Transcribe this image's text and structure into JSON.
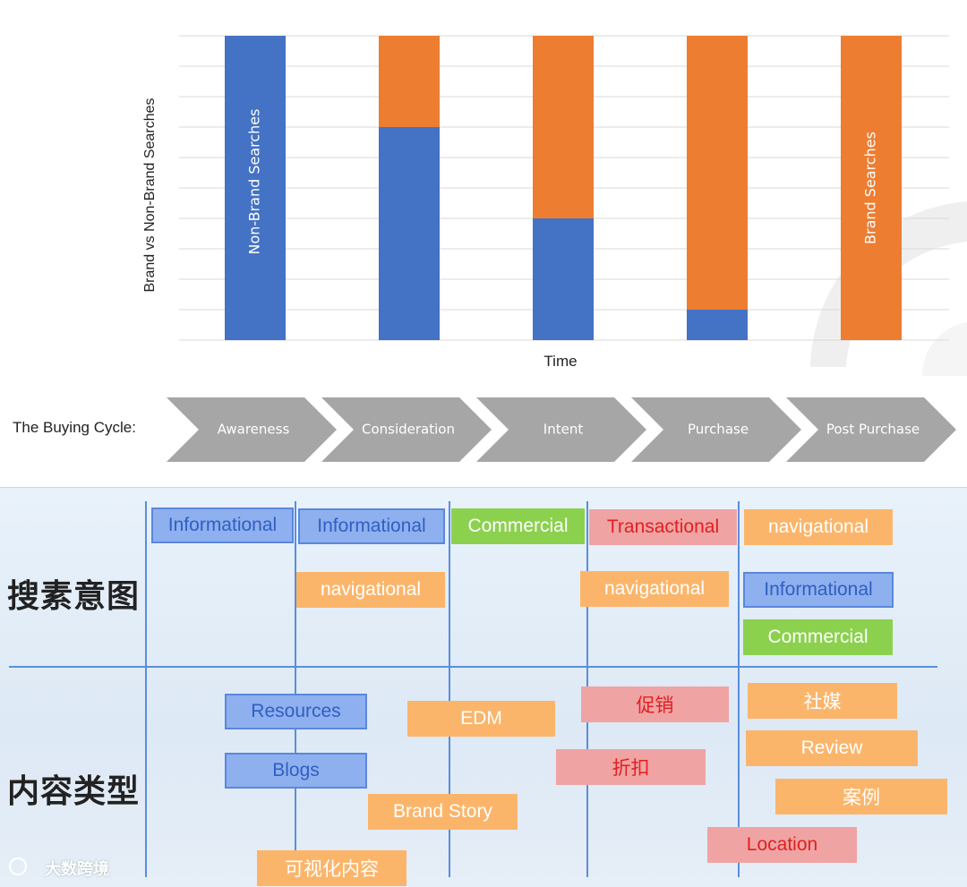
{
  "top": {
    "y_axis_label": "Brand vs Non-Brand Searches",
    "x_axis_label": "Time",
    "bar_label_blue": "Non-Brand Searches",
    "bar_label_orange": "Brand Searches",
    "cycle_label": "The Buying Cycle:",
    "stages": [
      "Awareness",
      "Consideration",
      "Intent",
      "Purchase",
      "Post Purchase"
    ]
  },
  "chart_data": {
    "type": "bar",
    "stacked": true,
    "categories": [
      "Awareness",
      "Consideration",
      "Intent",
      "Purchase",
      "Post Purchase"
    ],
    "series": [
      {
        "name": "Non-Brand Searches",
        "values": [
          100,
          70,
          40,
          10,
          0
        ]
      },
      {
        "name": "Brand Searches",
        "values": [
          0,
          30,
          60,
          90,
          100
        ]
      }
    ],
    "xlabel": "Time",
    "ylabel": "Brand vs Non-Brand Searches",
    "ylim": [
      0,
      100
    ],
    "grid": true,
    "colors": {
      "Non-Brand Searches": "#4472c4",
      "Brand Searches": "#ed7d31"
    }
  },
  "bottom": {
    "row1_title": "搜素意图",
    "row2_title": "内容类型",
    "intent_tags": [
      {
        "text": "Informational",
        "style": "blue"
      },
      {
        "text": "Informational",
        "style": "blue"
      },
      {
        "text": "Commercial",
        "style": "green"
      },
      {
        "text": "Transactional",
        "style": "red"
      },
      {
        "text": "navigational",
        "style": "orange"
      },
      {
        "text": "navigational",
        "style": "orange"
      },
      {
        "text": "navigational",
        "style": "orange"
      },
      {
        "text": "Informational",
        "style": "blue"
      },
      {
        "text": "Commercial",
        "style": "green"
      }
    ],
    "content_tags": [
      {
        "text": "Resources",
        "style": "blue"
      },
      {
        "text": "EDM",
        "style": "orange"
      },
      {
        "text": "促销",
        "style": "red"
      },
      {
        "text": "社媒",
        "style": "orange"
      },
      {
        "text": "Review",
        "style": "orange"
      },
      {
        "text": "Blogs",
        "style": "blue"
      },
      {
        "text": "折扣",
        "style": "red"
      },
      {
        "text": "案例",
        "style": "orange"
      },
      {
        "text": "Brand Story",
        "style": "orange"
      },
      {
        "text": "Location",
        "style": "red"
      },
      {
        "text": "可视化内容",
        "style": "orange"
      }
    ],
    "watermark": "大数跨境"
  }
}
